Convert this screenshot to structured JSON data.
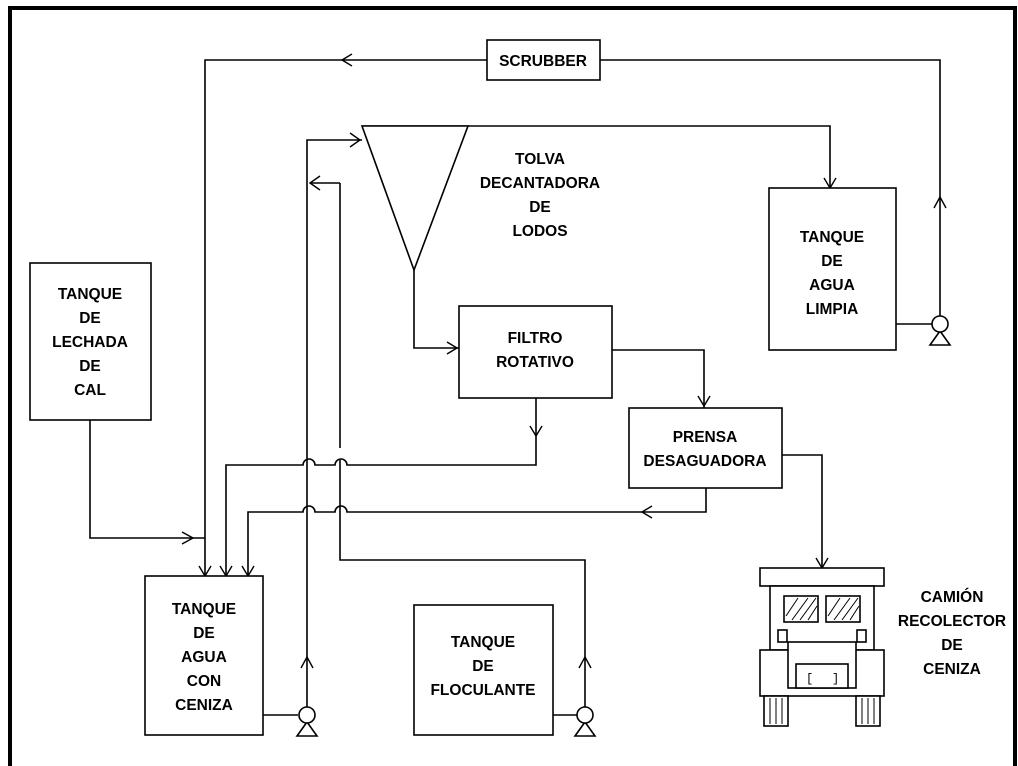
{
  "nodes": {
    "scrubber": [
      "SCRUBBER"
    ],
    "tolva": [
      "TOLVA",
      "DECANTADORA",
      "DE",
      "LODOS"
    ],
    "tanque_agua_limpia": [
      "TANQUE",
      "DE",
      "AGUA",
      "LIMPIA"
    ],
    "tanque_lechada_cal": [
      "TANQUE",
      "DE",
      "LECHADA",
      "DE",
      "CAL"
    ],
    "filtro_rotativo": [
      "FILTRO",
      "ROTATIVO"
    ],
    "prensa_desaguadora": [
      "PRENSA",
      "DESAGUADORA"
    ],
    "tanque_agua_ceniza": [
      "TANQUE",
      "DE",
      "AGUA",
      "CON",
      "CENIZA"
    ],
    "tanque_floculante": [
      "TANQUE",
      "DE",
      "FLOCULANTE"
    ],
    "camion_recolector": [
      "CAMIÓN",
      "RECOLECTOR",
      "DE",
      "CENIZA"
    ]
  }
}
